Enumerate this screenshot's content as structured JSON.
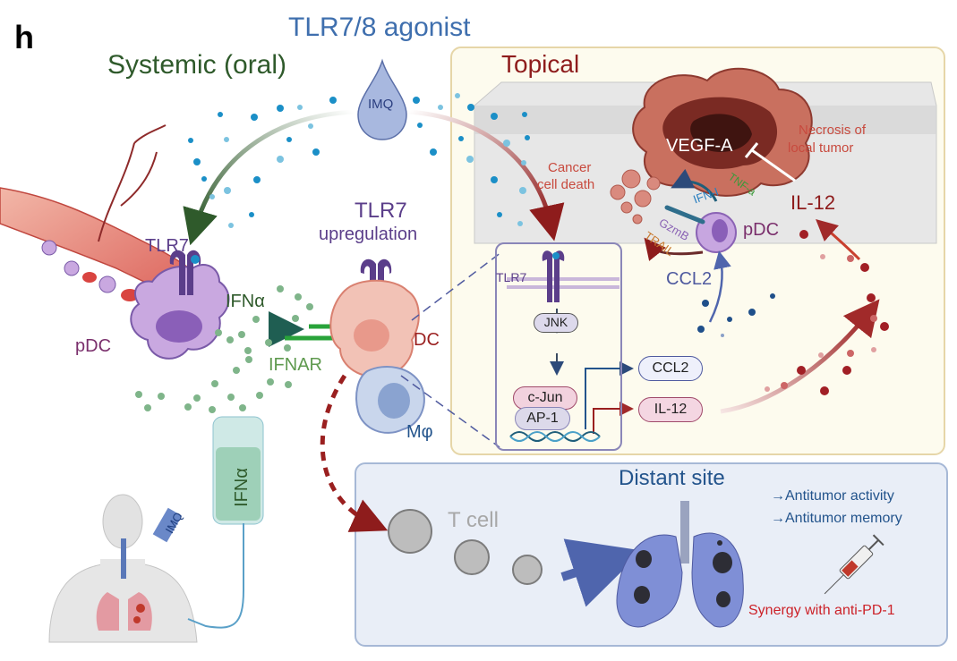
{
  "panel_letter": "h",
  "title": "TLR7/8 agonist",
  "routes": {
    "systemic": "Systemic (oral)",
    "topical": "Topical"
  },
  "drug": {
    "droplet_label": "IMQ",
    "cream_label": "IMQ",
    "iv_bag_label": "IFNα"
  },
  "left_labels": {
    "pdc_receptor": "TLR7",
    "pdc": "pDC",
    "ifn_alpha": "IFNα",
    "ifnar": "IFNAR",
    "dc": "DC",
    "macrophage": "Mφ",
    "upregulation_title": "TLR7",
    "upregulation_sub": "upregulation"
  },
  "topical_labels": {
    "vegf": "VEGF-A",
    "necrosis_line1": "Necrosis of",
    "necrosis_line2": "local tumor",
    "cancer_line1": "Cancer",
    "cancer_line2": "cell death",
    "tnf": "TNF-a",
    "ifn1": "IFN-I",
    "gzmb": "GzmB",
    "trail": "TRAIL",
    "pdc": "pDC",
    "il12": "IL-12",
    "ccl2": "CCL2"
  },
  "pathway": {
    "receptor": "TLR7",
    "jnk": "JNK",
    "cjun": "c-Jun",
    "ap1": "AP-1",
    "out_ccl2": "CCL2",
    "out_il12": "IL-12"
  },
  "distant": {
    "title": "Distant site",
    "t_cell": "T cell",
    "outcomes": [
      "→Antitumor activity",
      "→Antitumor memory"
    ],
    "synergy": "Synergy with anti-PD-1"
  },
  "colors": {
    "systemic_green": "#2f5a2b",
    "topical_red": "#8e1c1c",
    "title_blue": "#3f6fae",
    "tlr_purple": "#5b3e8a",
    "pdc_magenta": "#7a2f6c",
    "ifn_green": "#5f9a4f",
    "distant_blue": "#23548c",
    "synergy_red": "#cc2229"
  }
}
